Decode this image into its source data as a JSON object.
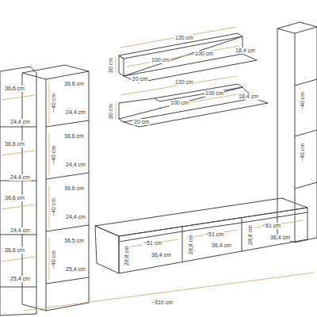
{
  "diagram": {
    "labels": [
      "36,6 cm",
      "24,4 cm",
      "36,6 cm",
      "24,4 cm",
      "36,6 cm",
      "24,4 cm",
      "36,6 cm",
      "25,4 cm",
      "36,6 cm",
      "~40 cm",
      "24,4 cm",
      "36,6 cm",
      "~40 cm",
      "24,4 cm",
      "36,6 cm",
      "~40 cm",
      "24,4 cm",
      "36,5 cm",
      "~40 cm",
      "25,4 cm",
      "120 cm",
      "100 cm",
      "100 cm",
      "18,4 cm",
      "20 cm",
      "20 cm",
      "120 cm",
      "100 cm",
      "100 cm",
      "18,4 cm",
      "20 cm",
      "20 cm",
      "~51 cm",
      "36,4 cm",
      "28,8 cm",
      "~51 cm",
      "36,4 cm",
      "28,8 cm",
      "~51 cm",
      "36,4 cm",
      "28,8 cm",
      "~310 cm",
      "~40 cm",
      "~40 cm"
    ]
  }
}
